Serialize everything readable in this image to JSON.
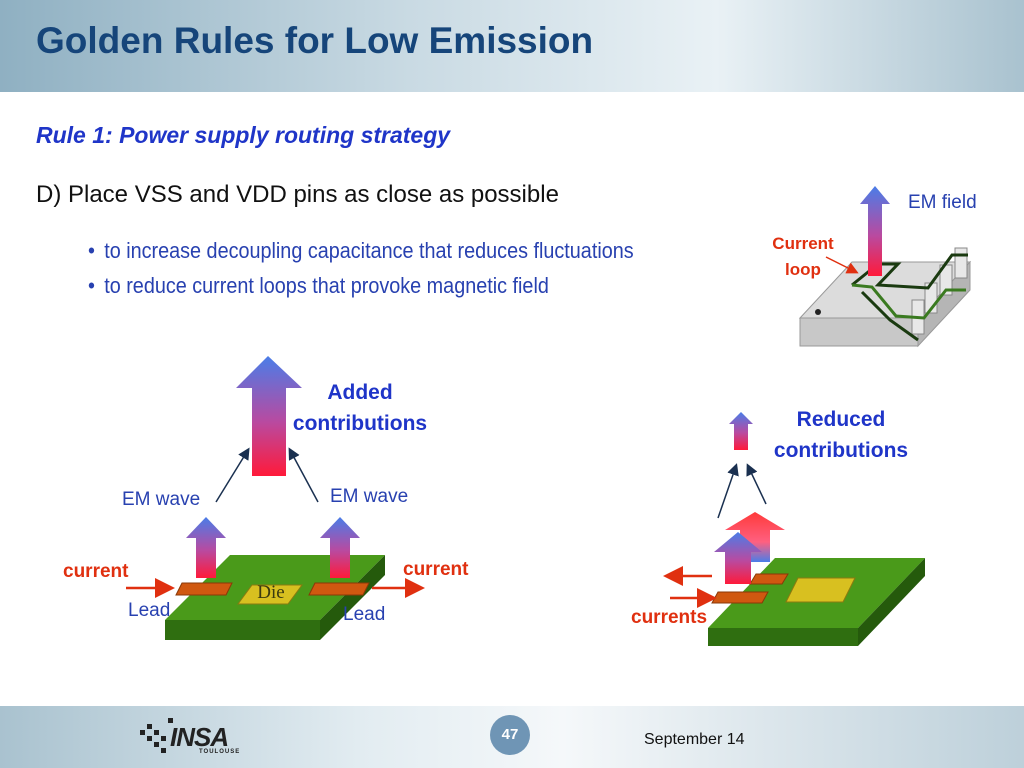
{
  "slide": {
    "title": "Golden Rules for Low Emission",
    "rule": "Rule 1: Power supply routing strategy",
    "point": "D) Place VSS and VDD pins as close as possible",
    "bullets": [
      "to increase decoupling capacitance that reduces fluctuations",
      "to reduce current loops that provoke magnetic field"
    ],
    "bullet_symbol": "•"
  },
  "diagram": {
    "em_field": "EM field",
    "current_loop_1": "Current",
    "current_loop_2": "loop",
    "added_1": "Added",
    "added_2": "contributions",
    "em_wave_left": "EM wave",
    "em_wave_right": "EM wave",
    "current_left": "current",
    "current_right": "current",
    "die": "Die",
    "lead_left": "Lead",
    "lead_right": "Lead",
    "reduced_1": "Reduced",
    "reduced_2": "contributions",
    "currents": "currents"
  },
  "footer": {
    "page_number": "47",
    "date": "September 14",
    "logo_text": "INSA",
    "logo_sub": "TOULOUSE"
  },
  "colors": {
    "title": "#16457a",
    "rule": "#1f35c8",
    "label_blue": "#2841b0",
    "label_red": "#e03010",
    "board_green": "#4a9a1a",
    "arrow_top": "#4a7de8",
    "arrow_bottom": "#ff1a3a"
  }
}
